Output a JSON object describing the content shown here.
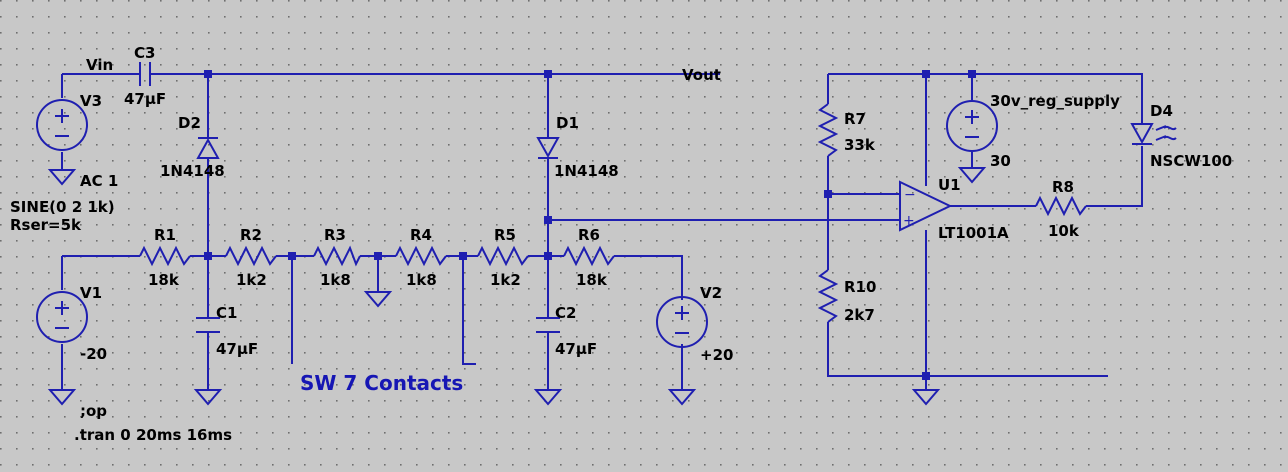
{
  "nets": {
    "vin": "Vin",
    "vout": "Vout"
  },
  "components": {
    "C3": {
      "ref": "C3",
      "value": "47µF"
    },
    "V3": {
      "ref": "V3",
      "value": "AC 1",
      "sine": "SINE(0 2 1k)",
      "rser": "Rser=5k"
    },
    "D2": {
      "ref": "D2",
      "value": "1N4148"
    },
    "D1": {
      "ref": "D1",
      "value": "1N4148"
    },
    "R1": {
      "ref": "R1",
      "value": "18k"
    },
    "R2": {
      "ref": "R2",
      "value": "1k2"
    },
    "R3": {
      "ref": "R3",
      "value": "1k8"
    },
    "R4": {
      "ref": "R4",
      "value": "1k8"
    },
    "R5": {
      "ref": "R5",
      "value": "1k2"
    },
    "R6": {
      "ref": "R6",
      "value": "18k"
    },
    "V1": {
      "ref": "V1",
      "value": "-20"
    },
    "V2": {
      "ref": "V2",
      "value": "+20"
    },
    "C1": {
      "ref": "C1",
      "value": "47µF"
    },
    "C2": {
      "ref": "C2",
      "value": "47µF"
    },
    "R7": {
      "ref": "R7",
      "value": "33k"
    },
    "R10": {
      "ref": "R10",
      "value": "2k7"
    },
    "U1": {
      "ref": "U1",
      "value": "LT1001A"
    },
    "R8": {
      "ref": "R8",
      "value": "10k"
    },
    "D4": {
      "ref": "D4",
      "value": "NSCW100"
    },
    "V4": {
      "net": "30v_reg_supply",
      "value": "30"
    }
  },
  "annotation": "SW 7 Contacts",
  "directives": {
    "op": ";op",
    "tran": ".tran 0 20ms 16ms"
  },
  "colors": {
    "background": "#c8c8c8",
    "wire": "#1f1fb0",
    "label": "#000000",
    "annotation": "#1616b4"
  }
}
